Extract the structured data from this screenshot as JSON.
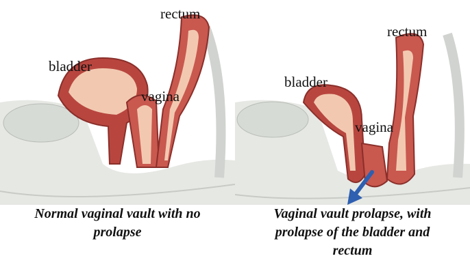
{
  "panels": [
    {
      "labels": {
        "rectum": "rectum",
        "bladder": "bladder",
        "vagina": "vagina"
      },
      "caption": [
        "Normal vaginal vault with no",
        "prolapse"
      ]
    },
    {
      "labels": {
        "rectum": "rectum",
        "bladder": "bladder",
        "vagina": "vagina"
      },
      "caption": [
        "Vaginal vault prolapse, with",
        "prolapse of the bladder and",
        "rectum"
      ]
    }
  ],
  "colors": {
    "tissue": "#c9584f",
    "tissue_dark": "#9e3a35",
    "lining": "#f2c9b0",
    "background_tissue": "#e6e8e4",
    "arrow": "#2e5fb0"
  },
  "icons": {
    "prolapse_direction": "down-left-arrow-icon"
  }
}
